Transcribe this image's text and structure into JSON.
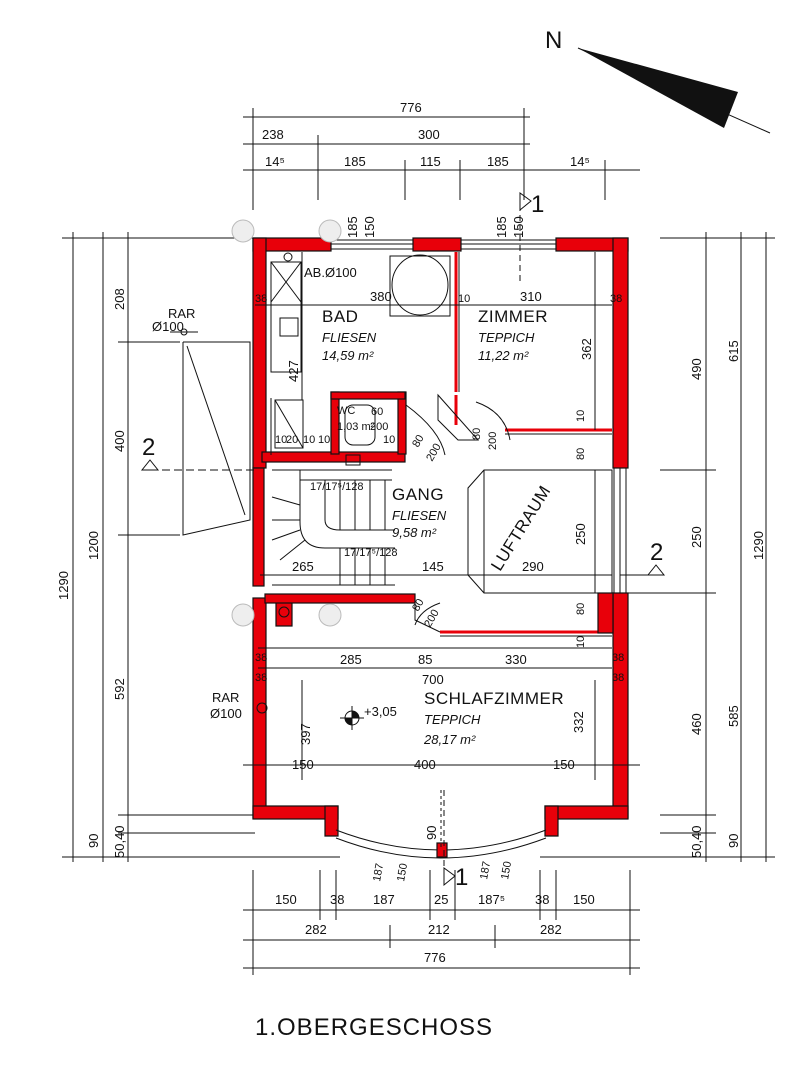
{
  "north_label": "N",
  "title": "1.OBERGESCHOSS",
  "rooms": {
    "bad": {
      "name": "BAD",
      "floor": "FLIESEN",
      "area": "14,59 m²"
    },
    "zimmer": {
      "name": "ZIMMER",
      "floor": "TEPPICH",
      "area": "11,22 m²"
    },
    "wc": {
      "name": "WC",
      "area": "1,03 m²"
    },
    "gang": {
      "name": "GANG",
      "floor": "FLIESEN",
      "area": "9,58 m²"
    },
    "luftraum": {
      "name": "LUFTRAUM"
    },
    "schlafzimmer": {
      "name": "SCHLAFZIMMER",
      "floor": "TEPPICH",
      "area": "28,17 m²"
    }
  },
  "annotations": {
    "ab": "AB.Ø100",
    "rar_top": "RAR",
    "rar_top_size": "Ø100",
    "rar_bottom": "RAR",
    "rar_bottom_size": "Ø100",
    "level": "+3,05",
    "stairs_top": "17/17⁵/128",
    "stairs_bottom": "17/17⁵/128",
    "section_left": "2",
    "section_right": "2",
    "section_top": "1",
    "section_bottom": "1"
  },
  "dims_top": {
    "total": "776",
    "row2": [
      "238",
      "300"
    ],
    "row3": [
      "14⁵",
      "185",
      "115",
      "185",
      "14⁵"
    ],
    "window_w": [
      "185",
      "150",
      "185",
      "150"
    ]
  },
  "dims_bottom": {
    "row1": [
      "150",
      "38",
      "187",
      "25",
      "187⁵",
      "38",
      "150"
    ],
    "row2": [
      "282",
      "212",
      "282"
    ],
    "total": "776"
  },
  "dims_left": {
    "outer": "1290",
    "mid": "1200",
    "parts": [
      "208",
      "400",
      "592",
      "50,40",
      "90"
    ]
  },
  "dims_right": {
    "outer": "1290",
    "mid": [
      "615",
      "585"
    ],
    "parts": [
      "490",
      "250",
      "460",
      "50,40",
      "90"
    ]
  },
  "dims_inner": {
    "bad_w": "380",
    "zim_w": "310",
    "t38a": "38",
    "t10": "10",
    "t38b": "38",
    "bad_h": "427",
    "zim_h": "362",
    "wc_a": "60",
    "wc_b": "200",
    "wc_c": "10",
    "wc_d": "10",
    "wc_e": "20",
    "wc_f": "10",
    "wc_g": "10",
    "d80a": "80",
    "d200a": "200",
    "d200b": "200",
    "d80b": "80",
    "d10a": "10",
    "lr_h": "250",
    "lr_w": "290",
    "g145": "145",
    "g265": "265",
    "d80c": "80",
    "d200c": "200",
    "d80d": "80",
    "d10b": "10",
    "r285": "285",
    "r85": "85",
    "r330": "330",
    "r700": "700",
    "s38a": "38",
    "s38b": "38",
    "s38c": "38",
    "s38d": "38",
    "s397": "397",
    "s332": "332",
    "s150a": "150",
    "s400": "400",
    "s150b": "150",
    "bay90": "90",
    "bay187a": "187",
    "bay150a": "150",
    "bay187b": "187",
    "bay150b": "150"
  }
}
